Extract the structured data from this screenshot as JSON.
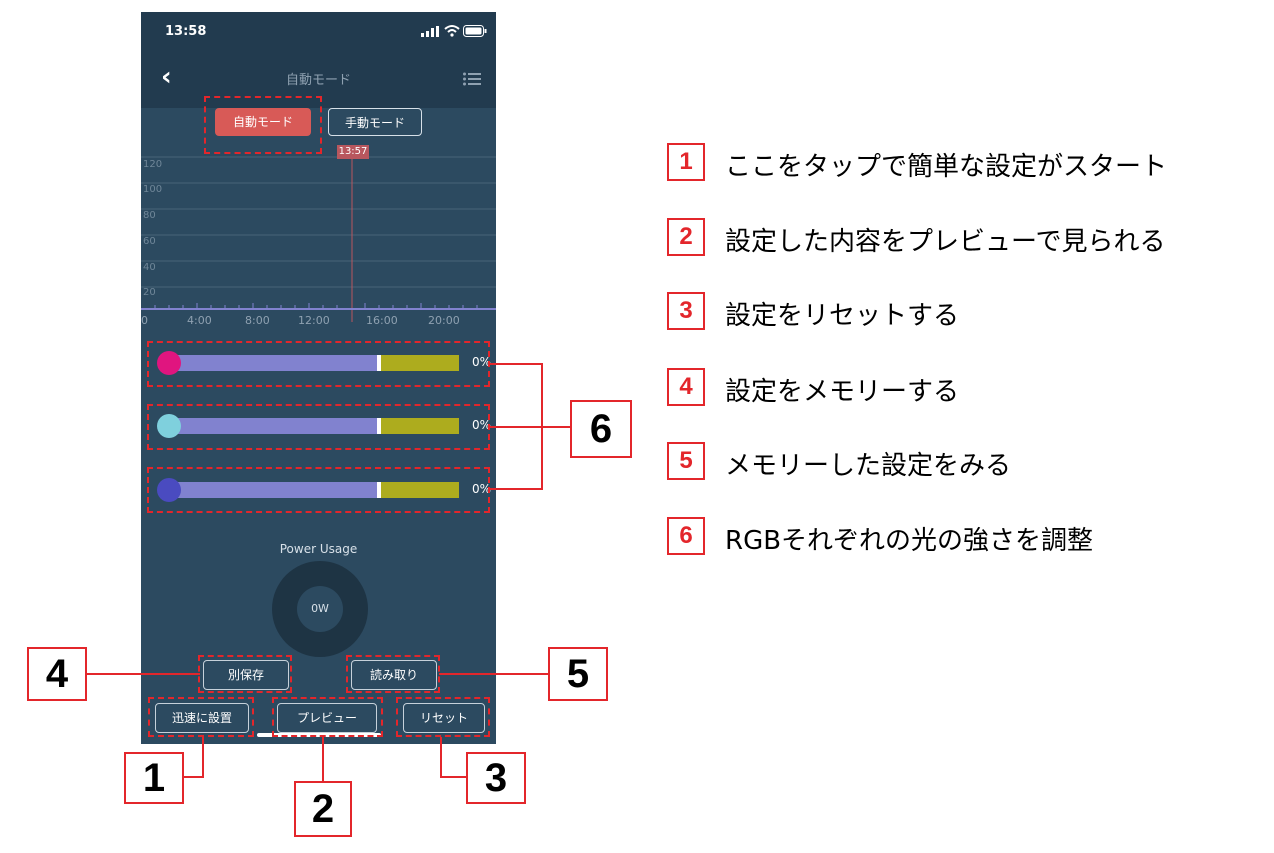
{
  "status_bar": {
    "time": "13:58"
  },
  "nav": {
    "title": "自動モード"
  },
  "mode_tabs": {
    "auto": "自動モード",
    "manual": "手動モード"
  },
  "chart": {
    "current_time": "13:57",
    "y_ticks": [
      "120",
      "100",
      "80",
      "60",
      "40",
      "20"
    ],
    "x_ticks": [
      "0",
      "4:00",
      "8:00",
      "12:00",
      "16:00",
      "20:00"
    ]
  },
  "sliders": [
    {
      "percent": "0%",
      "color": "#e0157f"
    },
    {
      "percent": "0%",
      "color": "#7fd0dd"
    },
    {
      "percent": "0%",
      "color": "#4a4bc0"
    }
  ],
  "power": {
    "label": "Power Usage",
    "value": "0W"
  },
  "buttons": {
    "save_as": "別保存",
    "load": "読み取り",
    "quick_setup": "迅速に設置",
    "preview": "プレビュー",
    "reset": "リセット"
  },
  "callouts": {
    "c1": "1",
    "c2": "2",
    "c3": "3",
    "c4": "4",
    "c5": "5",
    "c6": "6"
  },
  "legend": [
    {
      "num": "1",
      "text": "ここをタップで簡単な設定がスタート"
    },
    {
      "num": "2",
      "text": "設定した内容をプレビューで見られる"
    },
    {
      "num": "3",
      "text": "設定をリセットする"
    },
    {
      "num": "4",
      "text": "設定をメモリーする"
    },
    {
      "num": "5",
      "text": "メモリーした設定をみる"
    },
    {
      "num": "6",
      "text": "RGBそれぞれの光の強さを調整"
    }
  ],
  "colors": {
    "accent_red": "#e3262b",
    "phone_bg": "#2c4a60",
    "active_tab": "#d85a57"
  }
}
